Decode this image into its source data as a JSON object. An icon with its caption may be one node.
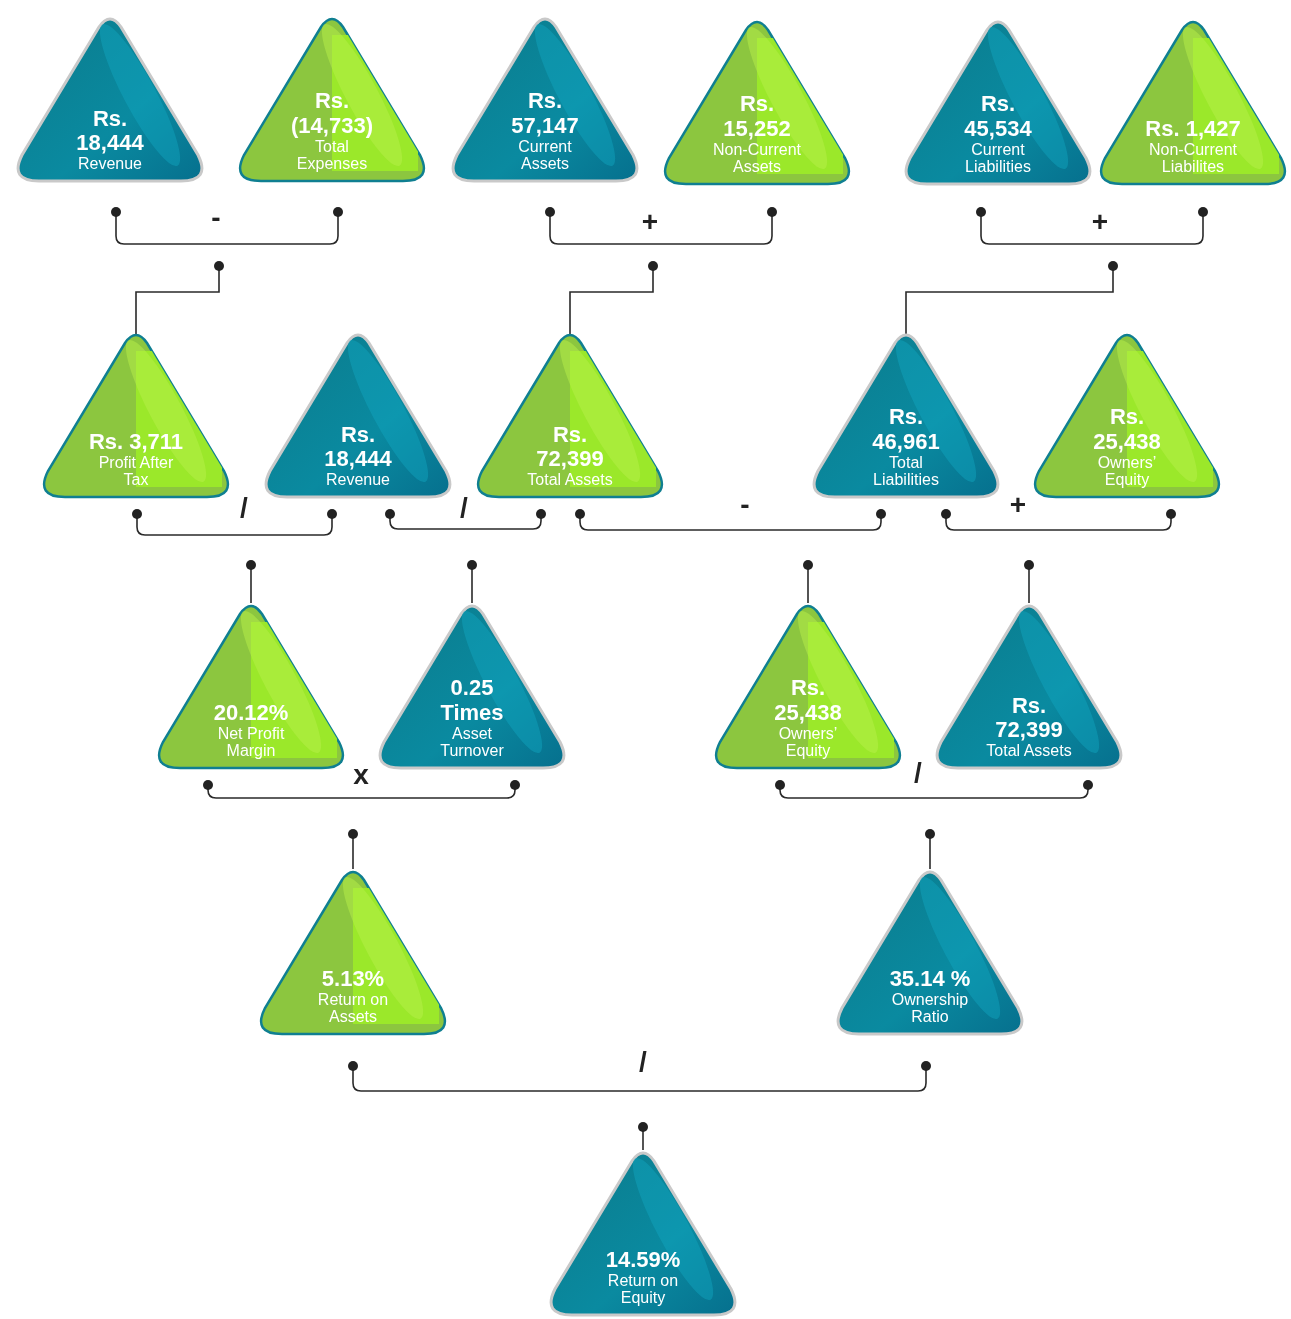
{
  "diagram": {
    "nodes": [
      {
        "text": [
          "Rs. 18,444",
          "Revenue"
        ]
      },
      {
        "text": [
          "Rs. (14,733)",
          "Total Expenses"
        ]
      },
      {
        "text": [
          "Rs. 57,147",
          "Current Assets"
        ]
      },
      {
        "text": [
          "Rs. 15,252",
          "Non-Current Assets"
        ]
      },
      {
        "text": [
          "Rs. 45,534",
          "Current Liabilities"
        ]
      },
      {
        "text": [
          "Rs. 1,427",
          "Non-Current Liabilites"
        ]
      },
      {
        "text": [
          "Rs. 3,711",
          "Profit After Tax"
        ]
      },
      {
        "text": [
          "Rs. 18,444",
          "Revenue"
        ]
      },
      {
        "text": [
          "Rs. 72,399",
          "Total Assets"
        ]
      },
      {
        "text": [
          "Rs. 46,961",
          "Total Liabilities"
        ]
      },
      {
        "text": [
          "Rs. 25,438",
          "Owners’ Equity"
        ]
      },
      {
        "text": [
          "20.12%",
          "Net Profit Margin"
        ]
      },
      {
        "text": [
          "0.25 Times",
          "Asset Turnover"
        ]
      },
      {
        "text": [
          "Rs. 25,438",
          "Owners’ Equity"
        ]
      },
      {
        "text": [
          "Rs. 72,399",
          "Total Assets"
        ]
      },
      {
        "text": [
          "5.13%",
          "Return on Assets"
        ]
      },
      {
        "text": [
          "35.14 %",
          "Ownership Ratio"
        ]
      },
      {
        "text": [
          "14.59%",
          "Return on Equity"
        ]
      }
    ],
    "edges": [
      {
        "from": 0,
        "to": 1,
        "arrow": "other",
        "label": "-"
      },
      {
        "from": 2,
        "to": 3,
        "arrow": "other",
        "label": "+"
      },
      {
        "from": 4,
        "to": 5,
        "arrow": "other",
        "label": "+"
      },
      {
        "from": 6,
        "to": 7,
        "arrow": "other",
        "label": "/"
      },
      {
        "from": 7,
        "to": 8,
        "arrow": "other",
        "label": "/"
      },
      {
        "from": 8,
        "to": 9,
        "arrow": "other",
        "label": "-"
      },
      {
        "from": 9,
        "to": 10,
        "arrow": "other",
        "label": "+"
      },
      {
        "from": 11,
        "to": 12,
        "arrow": "other",
        "label": "x"
      },
      {
        "from": 13,
        "to": 14,
        "arrow": "other",
        "label": "/"
      },
      {
        "from": 15,
        "to": 16,
        "arrow": "other",
        "label": "/"
      },
      {
        "from": null,
        "to": 6,
        "arrow": "other"
      },
      {
        "from": null,
        "to": 8,
        "arrow": "other"
      },
      {
        "from": null,
        "to": 9,
        "arrow": "other"
      },
      {
        "from": null,
        "to": 11,
        "arrow": "other"
      },
      {
        "from": null,
        "to": 12,
        "arrow": "other"
      },
      {
        "from": null,
        "to": 13,
        "arrow": "other"
      },
      {
        "from": null,
        "to": 14,
        "arrow": "other"
      },
      {
        "from": null,
        "to": 15,
        "arrow": "other"
      },
      {
        "from": null,
        "to": 16,
        "arrow": "other"
      },
      {
        "from": null,
        "to": 17,
        "arrow": "other"
      }
    ]
  }
}
